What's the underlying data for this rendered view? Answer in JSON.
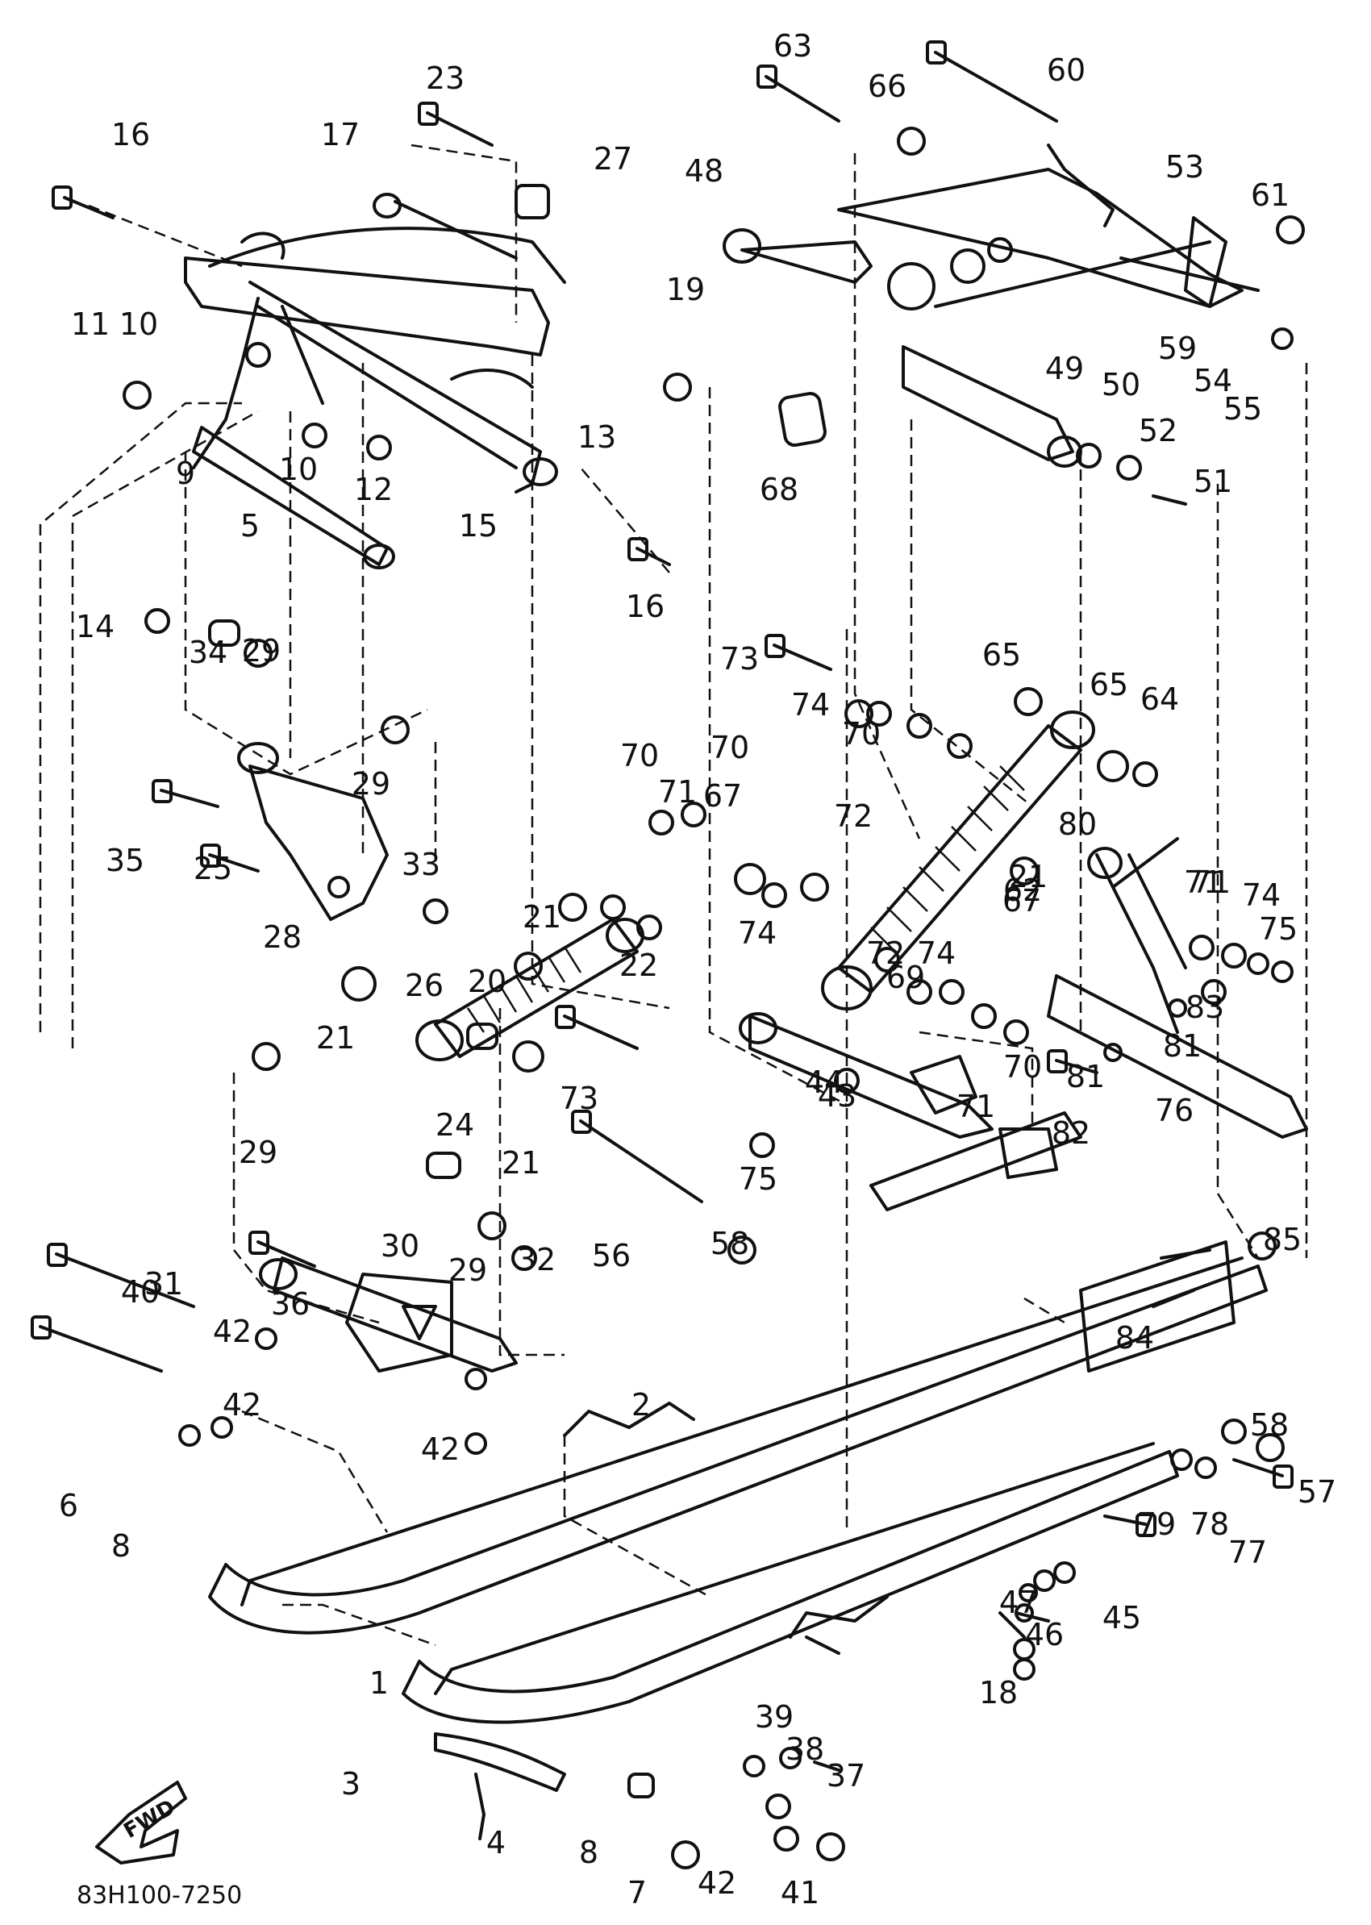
{
  "footer": {
    "code": "83H100-7250"
  },
  "forward_icon": {
    "icon": "forward-arrow-icon",
    "text": "FWD"
  },
  "callouts": [
    {
      "n": "1"
    },
    {
      "n": "2"
    },
    {
      "n": "3"
    },
    {
      "n": "4"
    },
    {
      "n": "5"
    },
    {
      "n": "6"
    },
    {
      "n": "7"
    },
    {
      "n": "8"
    },
    {
      "n": "8"
    },
    {
      "n": "9"
    },
    {
      "n": "10"
    },
    {
      "n": "10"
    },
    {
      "n": "11"
    },
    {
      "n": "12"
    },
    {
      "n": "13"
    },
    {
      "n": "14"
    },
    {
      "n": "15"
    },
    {
      "n": "16"
    },
    {
      "n": "16"
    },
    {
      "n": "17"
    },
    {
      "n": "18"
    },
    {
      "n": "19"
    },
    {
      "n": "20"
    },
    {
      "n": "21"
    },
    {
      "n": "21"
    },
    {
      "n": "21"
    },
    {
      "n": "21"
    },
    {
      "n": "22"
    },
    {
      "n": "23"
    },
    {
      "n": "24"
    },
    {
      "n": "25"
    },
    {
      "n": "26"
    },
    {
      "n": "27"
    },
    {
      "n": "28"
    },
    {
      "n": "29"
    },
    {
      "n": "29"
    },
    {
      "n": "29"
    },
    {
      "n": "29"
    },
    {
      "n": "30"
    },
    {
      "n": "31"
    },
    {
      "n": "32"
    },
    {
      "n": "33"
    },
    {
      "n": "34"
    },
    {
      "n": "35"
    },
    {
      "n": "36"
    },
    {
      "n": "37"
    },
    {
      "n": "38"
    },
    {
      "n": "39"
    },
    {
      "n": "40"
    },
    {
      "n": "41"
    },
    {
      "n": "42"
    },
    {
      "n": "42"
    },
    {
      "n": "42"
    },
    {
      "n": "42"
    },
    {
      "n": "43"
    },
    {
      "n": "44"
    },
    {
      "n": "45"
    },
    {
      "n": "46"
    },
    {
      "n": "47"
    },
    {
      "n": "48"
    },
    {
      "n": "49"
    },
    {
      "n": "50"
    },
    {
      "n": "51"
    },
    {
      "n": "52"
    },
    {
      "n": "53"
    },
    {
      "n": "54"
    },
    {
      "n": "55"
    },
    {
      "n": "56"
    },
    {
      "n": "57"
    },
    {
      "n": "58"
    },
    {
      "n": "58"
    },
    {
      "n": "59"
    },
    {
      "n": "60"
    },
    {
      "n": "61"
    },
    {
      "n": "62"
    },
    {
      "n": "63"
    },
    {
      "n": "64"
    },
    {
      "n": "65"
    },
    {
      "n": "65"
    },
    {
      "n": "66"
    },
    {
      "n": "67"
    },
    {
      "n": "67"
    },
    {
      "n": "68"
    },
    {
      "n": "69"
    },
    {
      "n": "70"
    },
    {
      "n": "70"
    },
    {
      "n": "70"
    },
    {
      "n": "70"
    },
    {
      "n": "71"
    },
    {
      "n": "71"
    },
    {
      "n": "71"
    },
    {
      "n": "71"
    },
    {
      "n": "72"
    },
    {
      "n": "72"
    },
    {
      "n": "73"
    },
    {
      "n": "73"
    },
    {
      "n": "74"
    },
    {
      "n": "74"
    },
    {
      "n": "74"
    },
    {
      "n": "74"
    },
    {
      "n": "75"
    },
    {
      "n": "75"
    },
    {
      "n": "76"
    },
    {
      "n": "77"
    },
    {
      "n": "78"
    },
    {
      "n": "79"
    },
    {
      "n": "80"
    },
    {
      "n": "81"
    },
    {
      "n": "81"
    },
    {
      "n": "82"
    },
    {
      "n": "83"
    },
    {
      "n": "84"
    },
    {
      "n": "85"
    }
  ]
}
